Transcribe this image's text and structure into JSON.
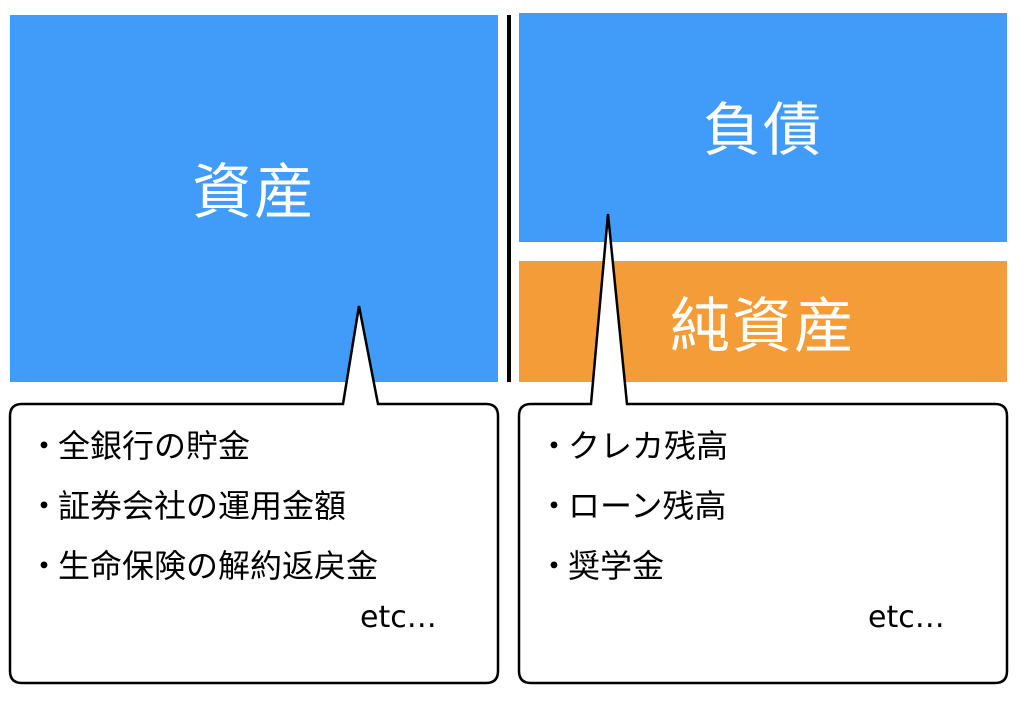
{
  "blocks": {
    "assets": "資産",
    "liabilities": "負債",
    "equity": "純資産"
  },
  "colors": {
    "blue": "#409cf8",
    "orange": "#f39c38",
    "outline": "#000000"
  },
  "left_callout": {
    "bullet": "・",
    "items": [
      "全銀行の貯金",
      "証券会社の運用金額",
      "生命保険の解約返戻金"
    ],
    "more": "etc…"
  },
  "right_callout": {
    "bullet": "・",
    "items": [
      "クレカ残高",
      "ローン残高",
      "奨学金"
    ],
    "more": "etc…"
  }
}
